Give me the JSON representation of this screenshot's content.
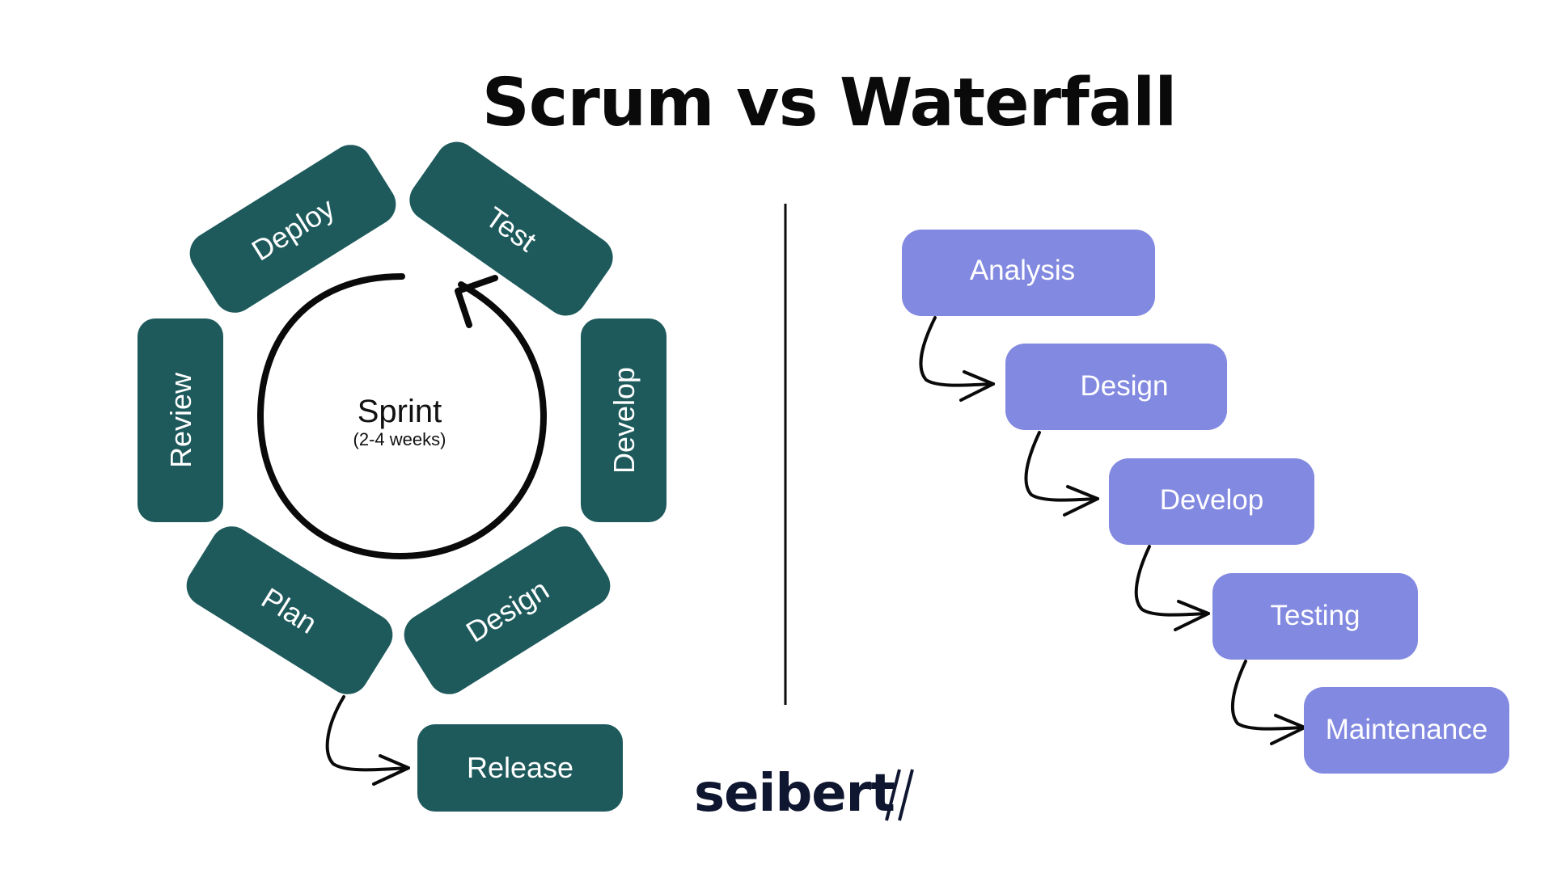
{
  "title": "Scrum vs Waterfall",
  "colors": {
    "scrum_box": "#1e5a5c",
    "waterfall_box": "#8289e0",
    "text_on_box": "#ffffff",
    "title": "#0a0a0a",
    "logo": "#0f1630"
  },
  "scrum": {
    "cycle_label": "Sprint",
    "cycle_duration": "(2-4 weeks)",
    "steps": [
      "Test",
      "Develop",
      "Design",
      "Plan",
      "Review",
      "Deploy"
    ],
    "exit_step": "Release",
    "cycle_direction": "counter-clockwise arrow pointing toward Test"
  },
  "waterfall": {
    "steps": [
      "Analysis",
      "Design",
      "Develop",
      "Testing",
      "Maintenance"
    ]
  },
  "logo": {
    "text": "seibert",
    "mark": "//"
  }
}
